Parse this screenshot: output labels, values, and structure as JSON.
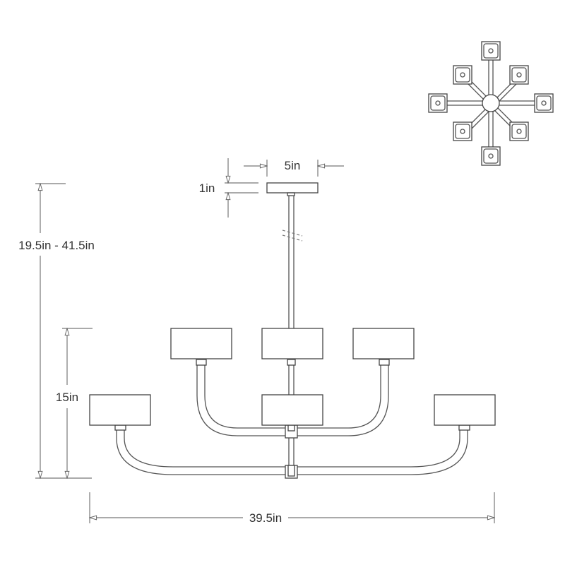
{
  "diagram": {
    "type": "technical-dimension-drawing",
    "subject": "8-light two-tier chandelier",
    "dimensions": {
      "canopy_width": "5in",
      "canopy_height": "1in",
      "overall_height_range": "19.5in - 41.5in",
      "fixture_height": "15in",
      "overall_width": "39.5in"
    },
    "views": {
      "front_elevation": {
        "shades_upper_tier": 3,
        "shades_lower_tier": 3,
        "center_shade": 1
      },
      "top_plan": {
        "shades": 8,
        "arrangement": "radial"
      }
    },
    "line_color": "#555555",
    "background": "#ffffff"
  }
}
